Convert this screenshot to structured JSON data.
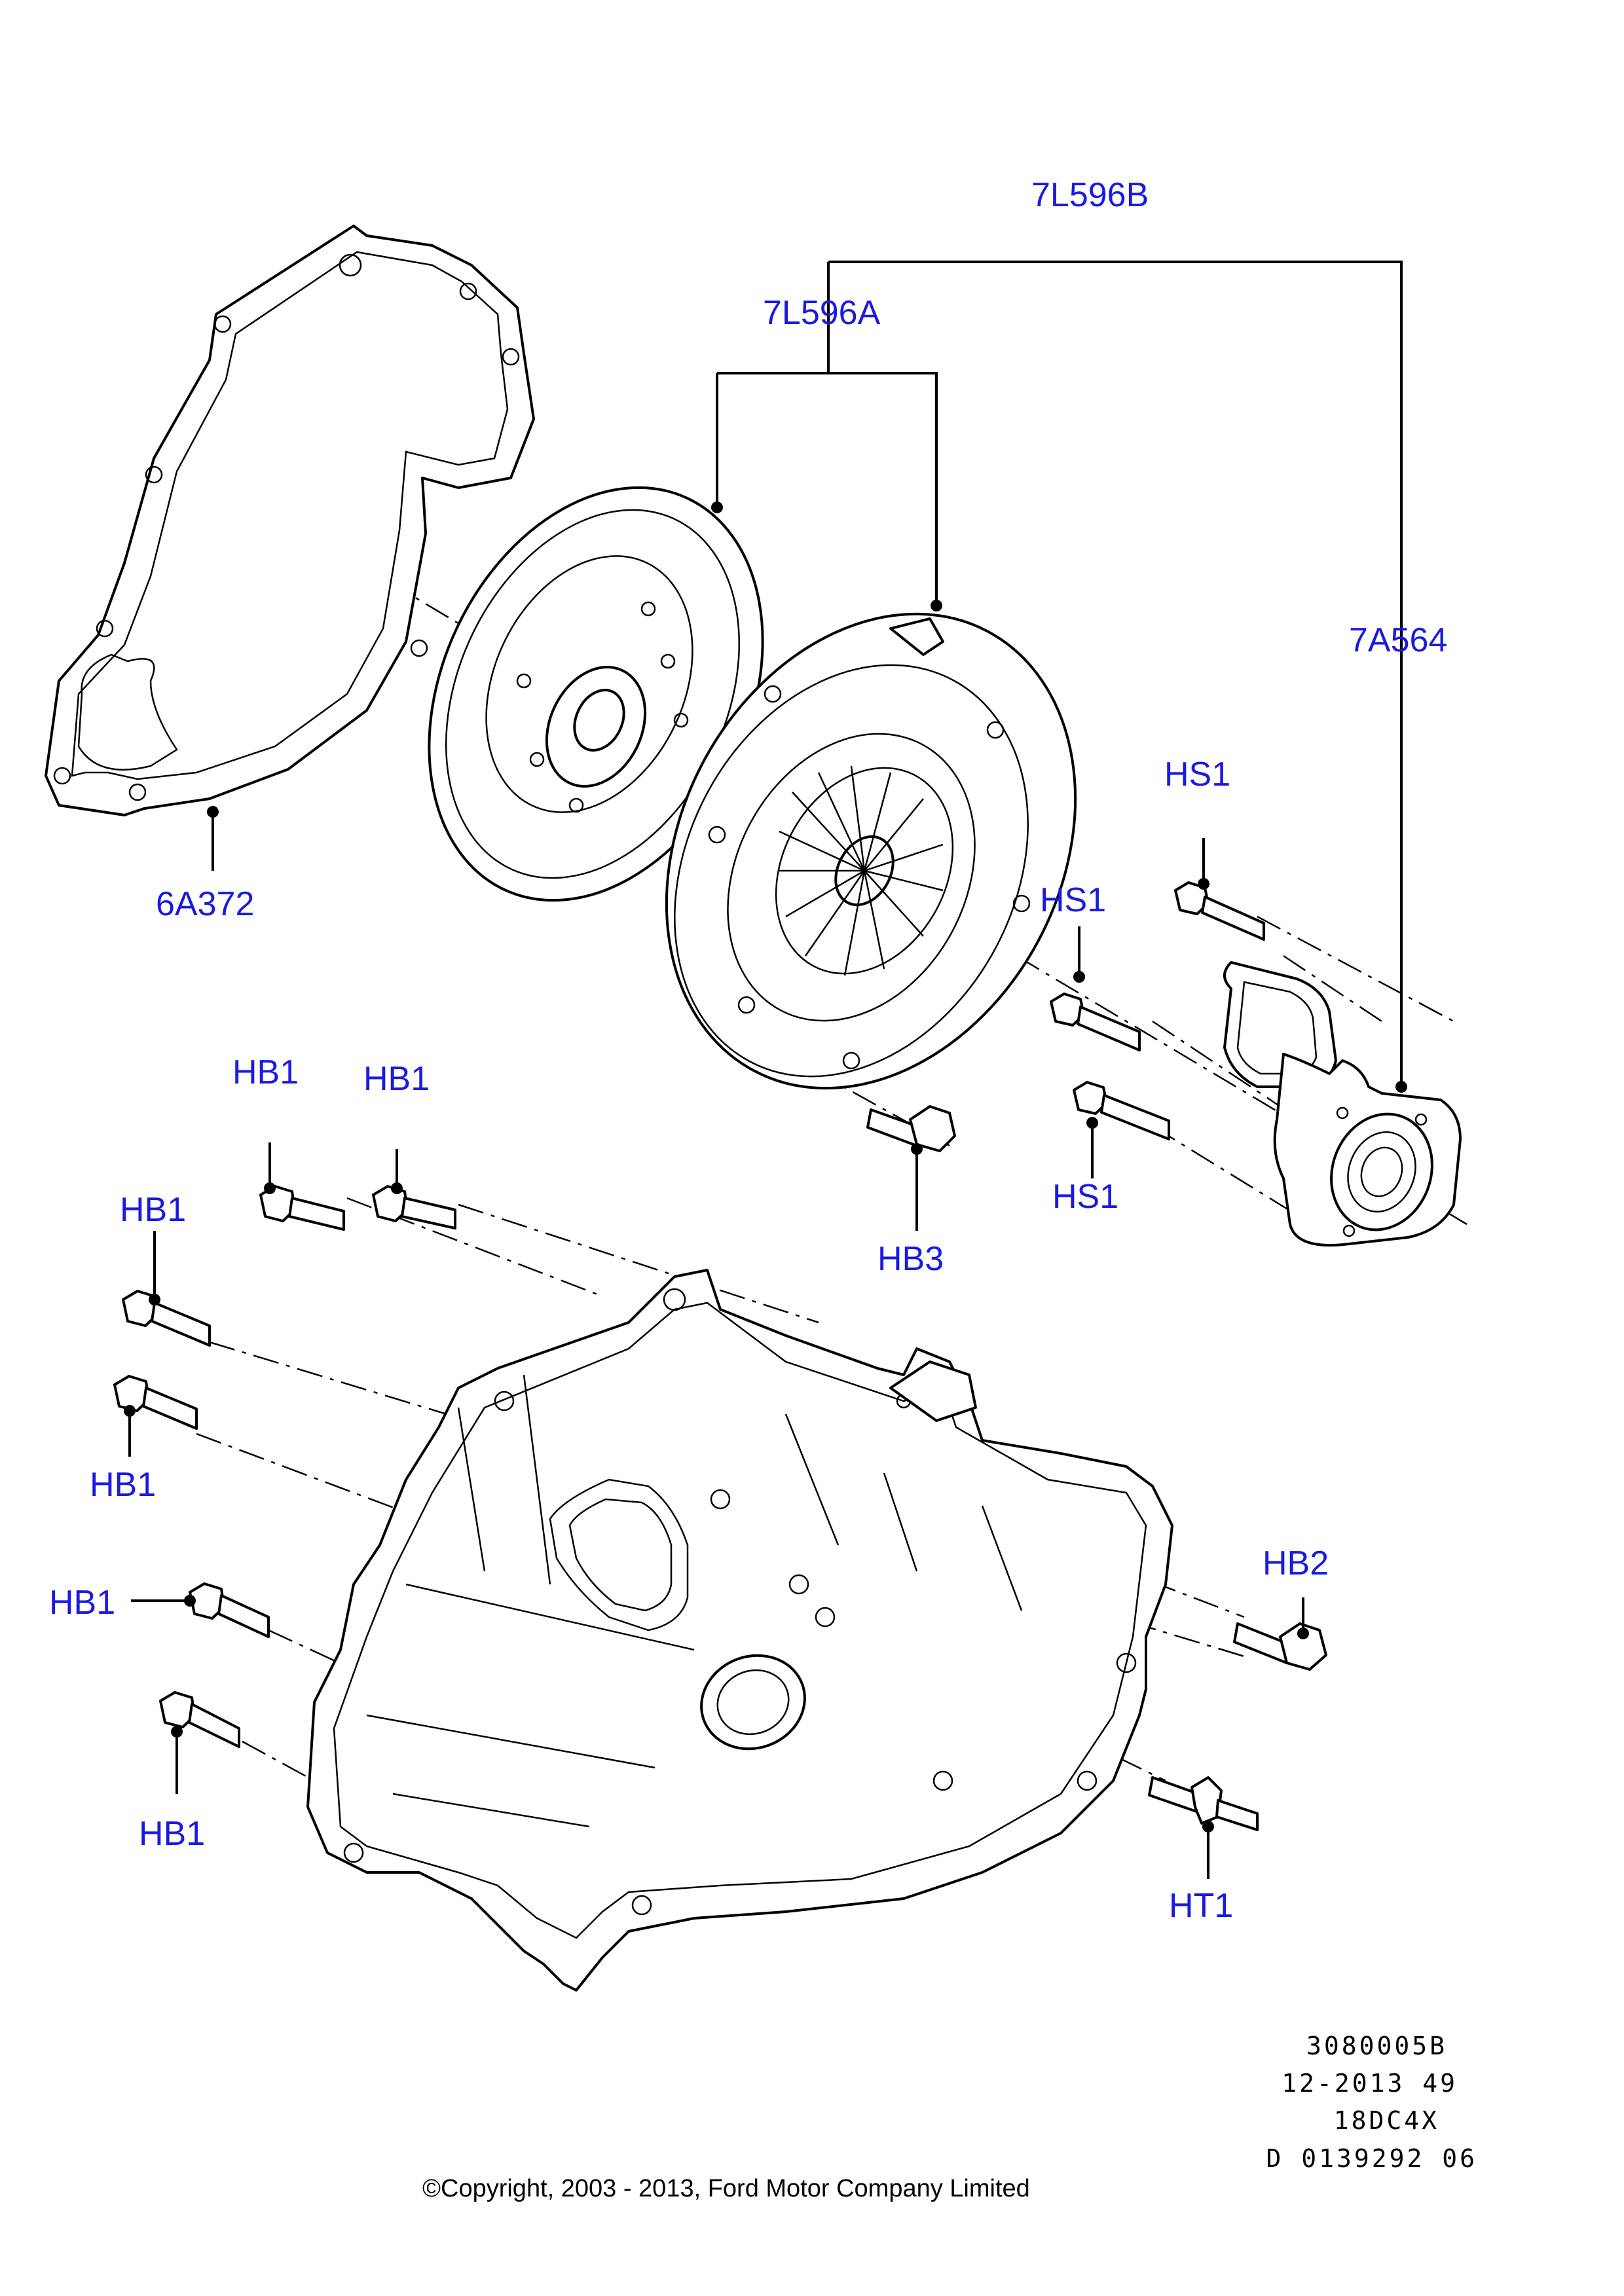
{
  "labels": {
    "kit_7l596b": "7L596B",
    "kit_7l596a": "7L596A",
    "slave_7a564": "7A564",
    "gasket_6a372": "6A372",
    "hs1_a": "HS1",
    "hs1_b": "HS1",
    "hs1_c": "HS1",
    "hb3": "HB3",
    "hb1_a": "HB1",
    "hb1_b": "HB1",
    "hb1_c": "HB1",
    "hb1_d": "HB1",
    "hb1_e": "HB1",
    "hb1_f": "HB1",
    "hb2": "HB2",
    "ht1": "HT1"
  },
  "reference": {
    "line1": "3080005B",
    "line2": "12-2013 49",
    "line3": "18DC4X",
    "line4": "D 0139292 06"
  },
  "copyright": "©Copyright, 2003 - 2013, Ford Motor Company Limited",
  "colors": {
    "label": "#1a1ae0",
    "line": "#000000"
  }
}
